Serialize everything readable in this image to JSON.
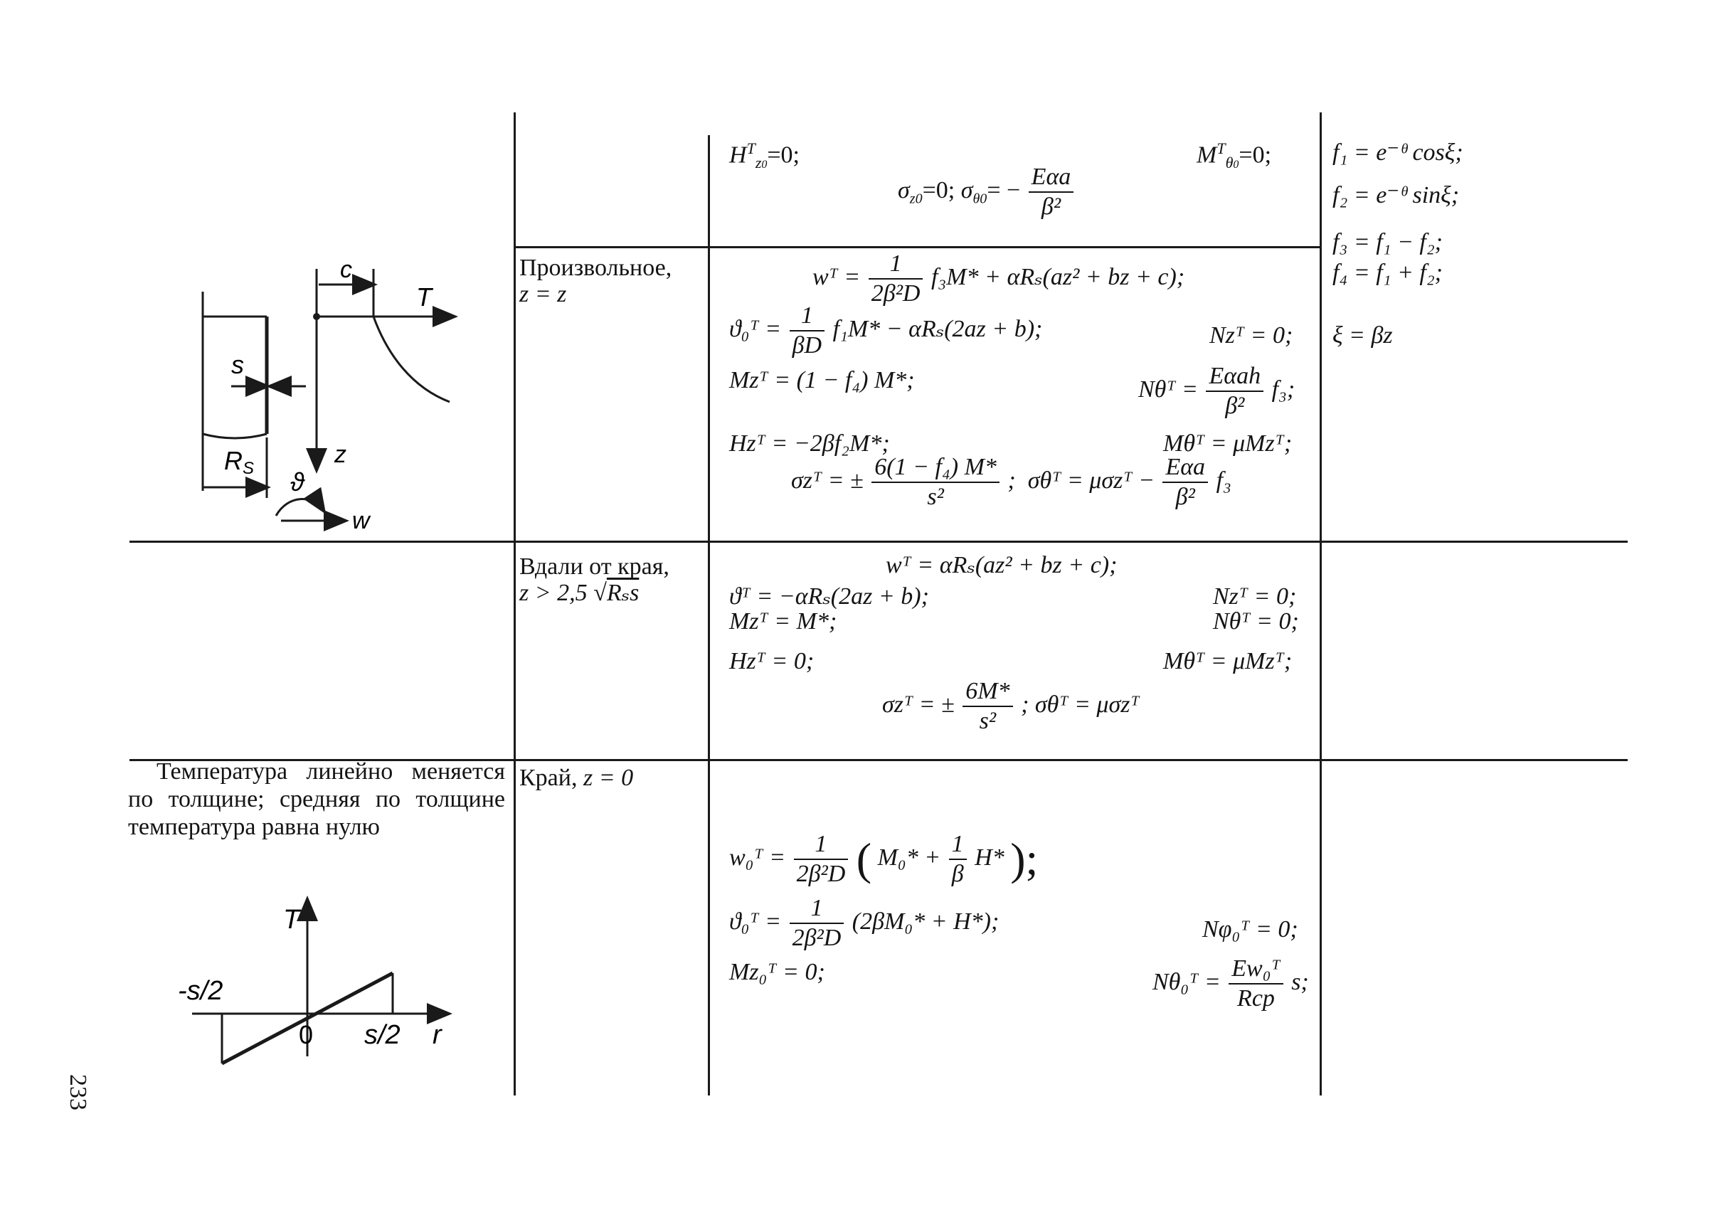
{
  "page_number": "233",
  "row0": {
    "h": "H",
    "h_sup": "T",
    "h_sub": "z",
    "h_subsub": "0",
    "h_rhs": "=0;",
    "m": "M",
    "m_sup": "T",
    "m_sub": "θ",
    "m_subsub": "0",
    "m_rhs": "=0;",
    "sigma_z": "σ",
    "sigma_z_sub": "z0",
    "sigma_z_rhs": "=0;",
    "sigma_t": "σ",
    "sigma_t_sub": "θ0",
    "sigma_t_eq": "= −",
    "sigma_t_num": "Eαa",
    "sigma_t_den": "β²"
  },
  "aux_functions": {
    "f1": "f₁ = e⁻ᶿ cosξ;",
    "f2": "f₂ = e⁻ᶿ sinξ;",
    "f3": "f₃ = f₁ − f₂;",
    "f4": "f₄ = f₁ + f₂;",
    "xi": "ξ = βz"
  },
  "row1": {
    "cond_label": "Произвольное,",
    "cond_formula": "z = z",
    "w_lhs": "wᵀ =",
    "w_num": "1",
    "w_den": "2β²D",
    "w_rest": "f₃M* + αRₛ(az² + bz + c);",
    "th_lhs": "ϑ₀ᵀ =",
    "th_num": "1",
    "th_den": "βD",
    "th_rest": "f₁M* − αRₛ(2az + b);",
    "nz": "Nzᵀ = 0;",
    "mz": "Mzᵀ = (1 − f₄) M*;",
    "nth_lhs": "Nθᵀ =",
    "nth_num": "Eαah",
    "nth_den": "β²",
    "nth_rest": "f₃;",
    "hz": "Hzᵀ = −2βf₂M*;",
    "mth": "Mθᵀ = μMzᵀ;",
    "sz_lhs": "σzᵀ = ±",
    "sz_num": "6(1 − f₄) M*",
    "sz_den": "s²",
    "sz_sep": ";",
    "sth_lhs": "σθᵀ = μσzᵀ −",
    "sth_num": "Eαa",
    "sth_den": "β²",
    "sth_rest": "f₃"
  },
  "diagram1": {
    "labels": {
      "c": "c",
      "t": "T",
      "s": "s",
      "z": "z",
      "rs": "R",
      "rs_sub": "S",
      "theta": "ϑ",
      "w": "w"
    }
  },
  "row2": {
    "cond_label": "Вдали от края,",
    "cond_formula": "z > 2,5",
    "cond_root": "Rₛs",
    "w": "wᵀ = αRₛ(az² + bz + c);",
    "th": "ϑᵀ = −αRₛ(2az + b);",
    "nz": "Nzᵀ = 0;",
    "mz": "Mzᵀ = M*;",
    "nth": "Nθᵀ = 0;",
    "hz": "Hzᵀ = 0;",
    "mth": "Mθᵀ = μMzᵀ;",
    "sz_lhs": "σzᵀ = ±",
    "sz_num": "6M*",
    "sz_den": "s²",
    "sth": "; σθᵀ = μσzᵀ"
  },
  "row3": {
    "description": "Температура линейно меняется по толщине; средняя по толщине температура равна нулю",
    "cond_label": "Край,",
    "cond_formula": "z = 0",
    "w_lhs": "w₀ᵀ =",
    "w_num": "1",
    "w_den": "2β²D",
    "w_paren_open": "(",
    "w_inner": "M₀* +",
    "w_inner_num": "1",
    "w_inner_den": "β",
    "w_inner_rest": "H*",
    "w_paren_close": ");",
    "th_lhs": "ϑ₀ᵀ =",
    "th_num": "1",
    "th_den": "2β²D",
    "th_rest": "(2βM₀* + H*);",
    "nphi": "Nφ₀ᵀ = 0;",
    "mz": "Mz₀ᵀ = 0;",
    "nth_lhs": "Nθ₀ᵀ =",
    "nth_num": "Ew₀ᵀ",
    "nth_den": "Rср",
    "nth_rest": "s;"
  },
  "diagram2": {
    "labels": {
      "t": "T",
      "neg": "-s/2",
      "zero": "0",
      "pos": "s/2",
      "r": "r"
    }
  }
}
